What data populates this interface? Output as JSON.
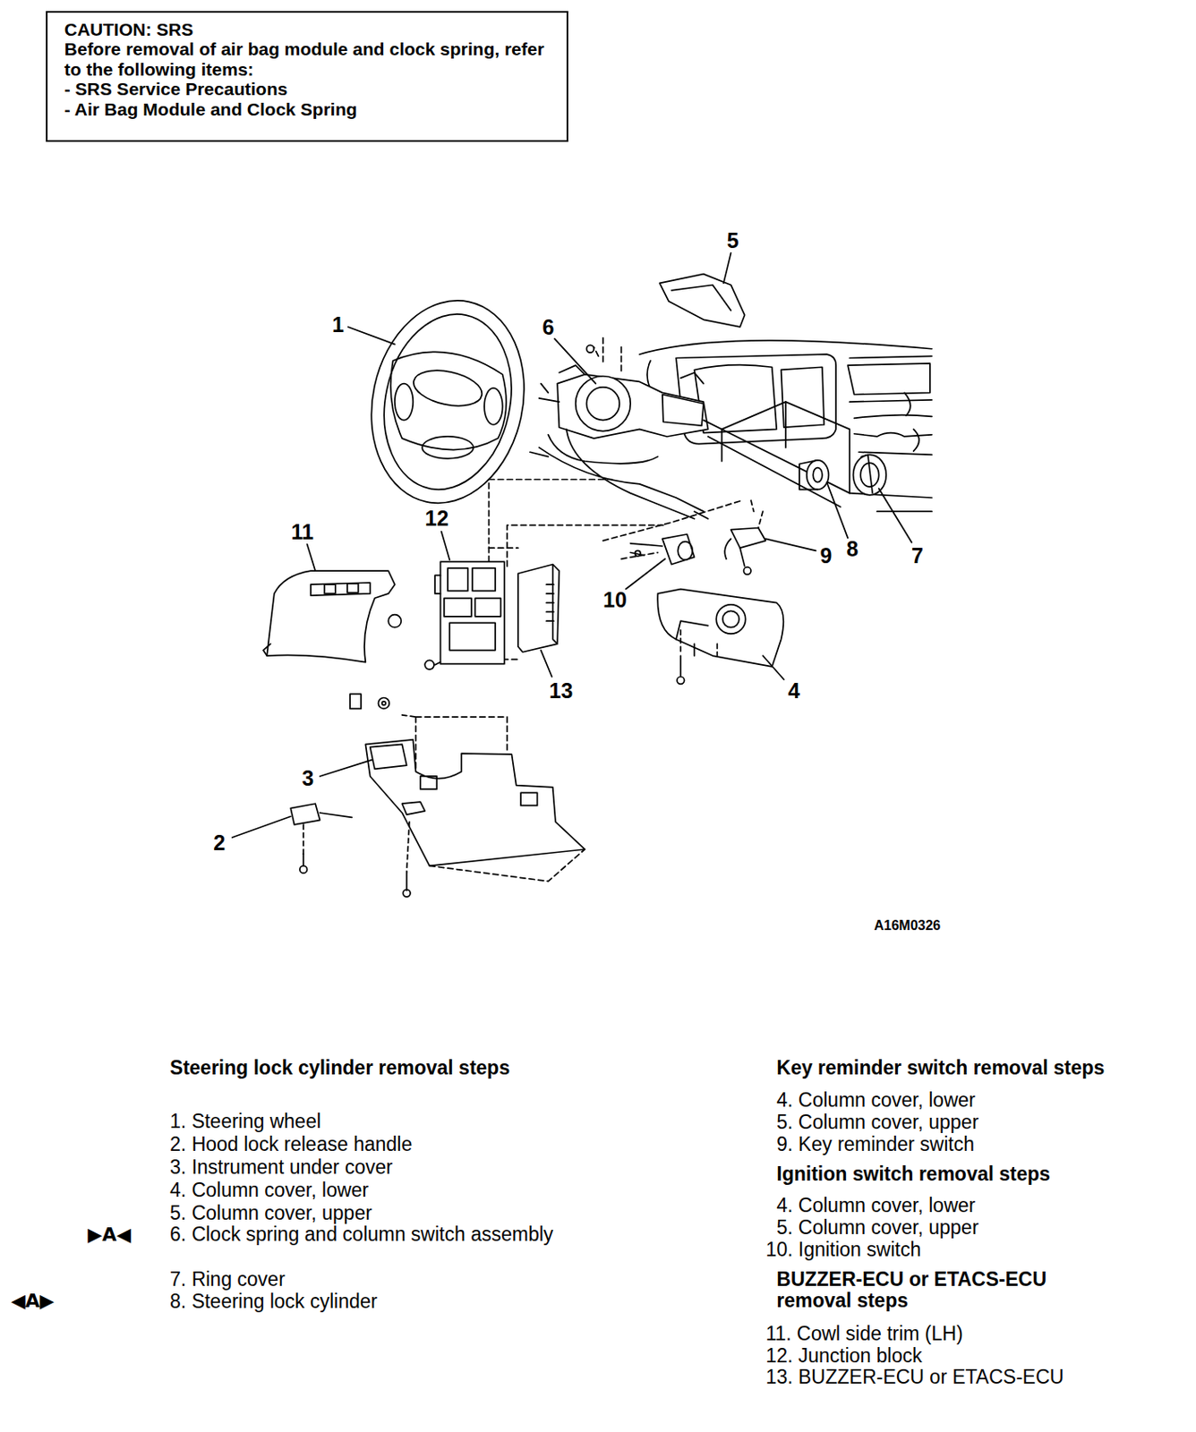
{
  "diagram": {
    "nodes": [
      {
        "text": [
          "CAUTION: SRS",
          "Before removal of air bag module and clock spring, refer to the following items:",
          "- SRS Service Precautions",
          "- Air Bag Module and Clock Spring"
        ]
      }
    ],
    "labels": [
      "1",
      "6",
      "5",
      "11",
      "12",
      "9",
      "8",
      "7",
      "10",
      "13",
      "4",
      "3",
      "2",
      "A16M0326",
      "Steering lock cylinder removal steps",
      "1. Steering wheel",
      "2. Hood lock release handle",
      "3. Instrument under cover",
      "4. Column cover, lower",
      "5. Column cover, upper",
      "▶A◀",
      "6. Clock spring and column switch assembly",
      "7. Ring cover",
      "◀A▶",
      "8. Steering lock cylinder",
      "Key reminder switch removal steps",
      "4. Column cover, lower",
      "5. Column cover, upper",
      "9. Key reminder switch",
      "Ignition switch removal steps",
      "4. Column cover, lower",
      "5. Column cover, upper",
      "10. Ignition switch",
      "BUZZER-ECU or ETACS-ECU removal steps",
      "11. Cowl side trim (LH)",
      "12. Junction block",
      "13. BUZZER-ECU or ETACS-ECU"
    ]
  }
}
